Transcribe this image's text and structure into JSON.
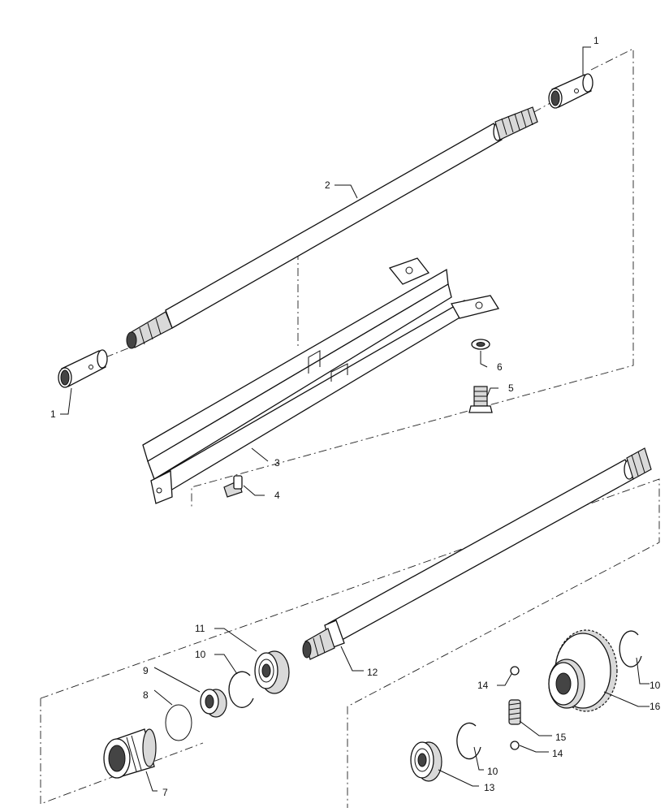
{
  "callouts": [
    {
      "id": "c1a",
      "label": "1"
    },
    {
      "id": "c1b",
      "label": "1"
    },
    {
      "id": "c2",
      "label": "2"
    },
    {
      "id": "c3",
      "label": "3"
    },
    {
      "id": "c4",
      "label": "4"
    },
    {
      "id": "c5",
      "label": "5"
    },
    {
      "id": "c6",
      "label": "6"
    },
    {
      "id": "c7",
      "label": "7"
    },
    {
      "id": "c8",
      "label": "8"
    },
    {
      "id": "c9",
      "label": "9"
    },
    {
      "id": "c10a",
      "label": "10"
    },
    {
      "id": "c10b",
      "label": "10"
    },
    {
      "id": "c10c",
      "label": "10"
    },
    {
      "id": "c11",
      "label": "11"
    },
    {
      "id": "c12",
      "label": "12"
    },
    {
      "id": "c13",
      "label": "13"
    },
    {
      "id": "c14a",
      "label": "14"
    },
    {
      "id": "c14b",
      "label": "14"
    },
    {
      "id": "c15",
      "label": "15"
    },
    {
      "id": "c16",
      "label": "16"
    }
  ]
}
